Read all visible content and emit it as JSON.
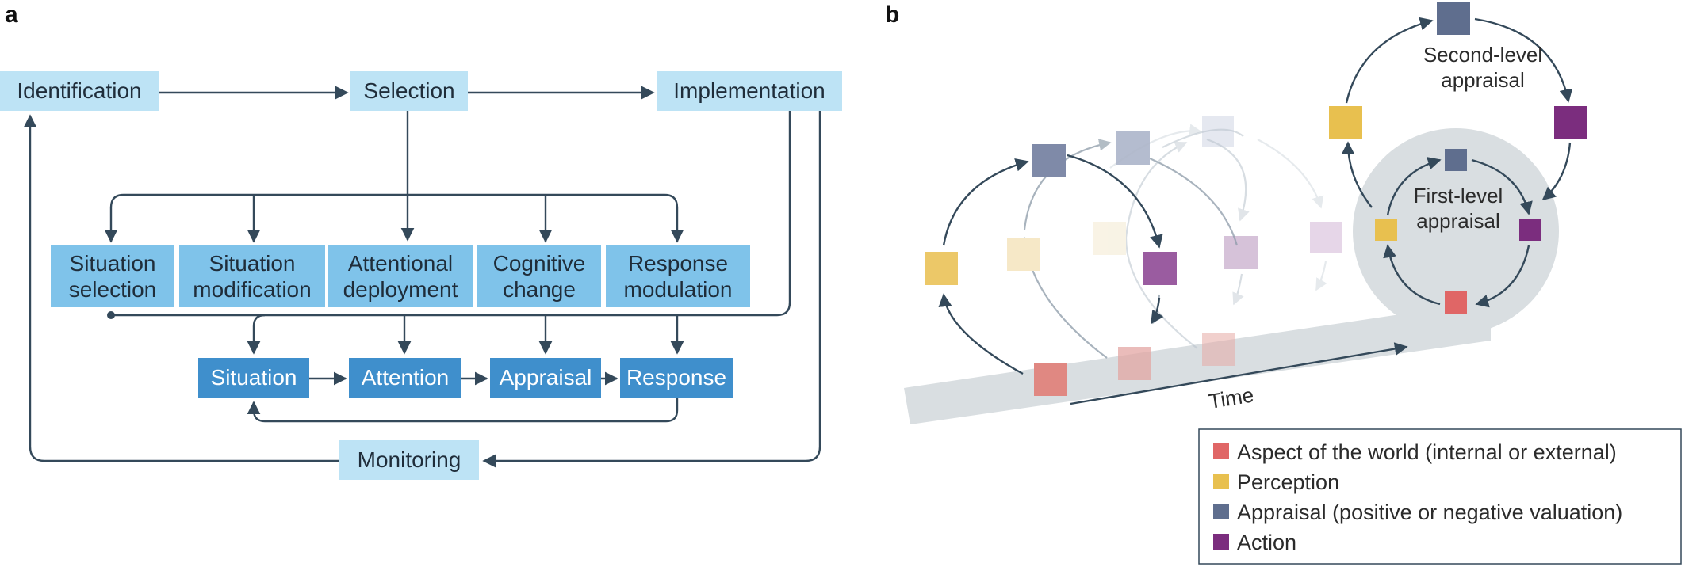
{
  "panel_a": {
    "letter": "a",
    "top_row": {
      "identification": "Identification",
      "selection": "Selection",
      "implementation": "Implementation"
    },
    "strategies": [
      [
        "Situation",
        "selection"
      ],
      [
        "Situation",
        "modification"
      ],
      [
        "Attentional",
        "deployment"
      ],
      [
        "Cognitive",
        "change"
      ],
      [
        "Response",
        "modulation"
      ]
    ],
    "process": {
      "situation": "Situation",
      "attention": "Attention",
      "appraisal": "Appraisal",
      "response": "Response"
    },
    "monitoring": "Monitoring"
  },
  "panel_b": {
    "letter": "b",
    "second_level": [
      "Second-level",
      "appraisal"
    ],
    "first_level": [
      "First-level",
      "appraisal"
    ],
    "time_label": "Time",
    "legend": [
      {
        "label": "Aspect of the world (internal or external)",
        "color": "#e06666"
      },
      {
        "label": "Perception",
        "color": "#e8c04f"
      },
      {
        "label": "Appraisal (positive or negative valuation)",
        "color": "#5f6e8e"
      },
      {
        "label": "Action",
        "color": "#7b2d7e"
      }
    ]
  },
  "colors": {
    "light_box": "#bde3f5",
    "mid_box": "#7fc3ea",
    "dark_box": "#3f8fcc",
    "line": "#34495a",
    "circle_bg": "#d9dee1",
    "track_bg": "#d9dee1"
  }
}
